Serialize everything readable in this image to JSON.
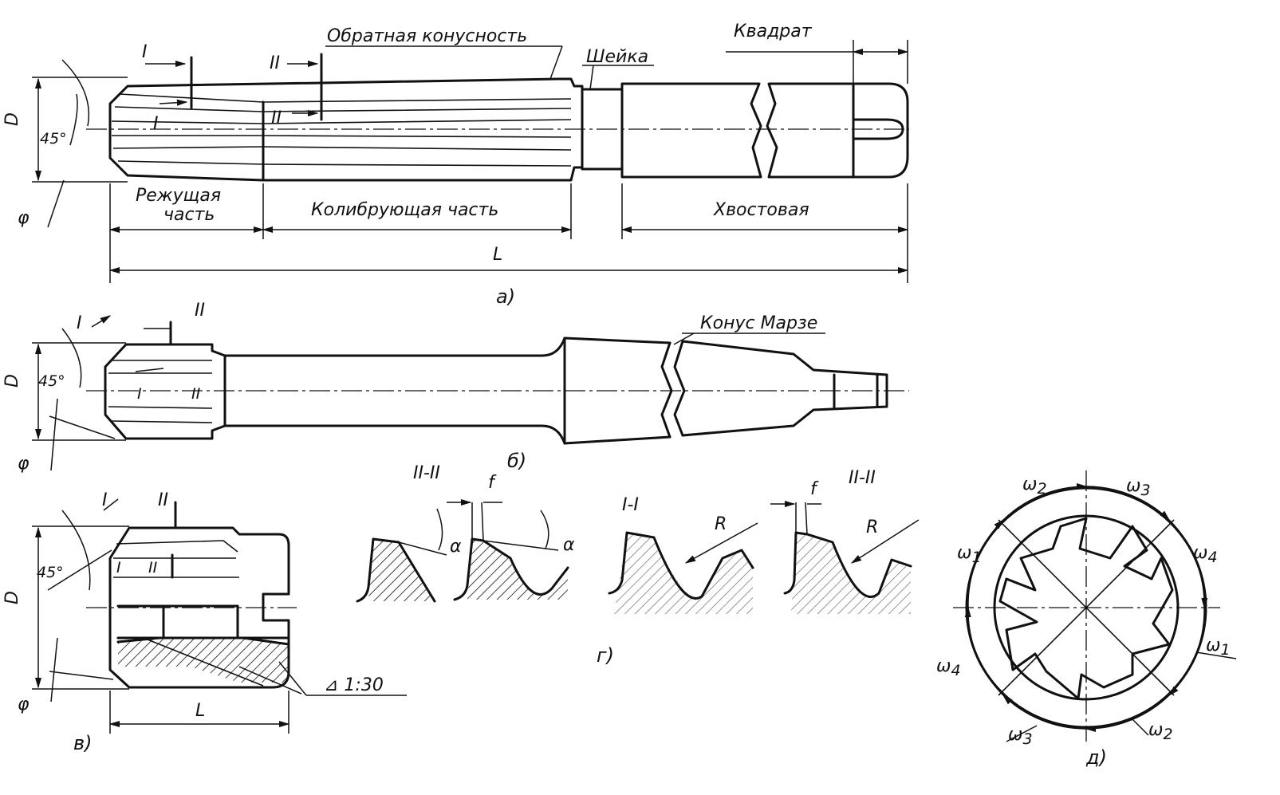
{
  "labels": {
    "reverse_taper": "Обратная конусность",
    "square": "Квадрат",
    "neck": "Шейка",
    "cutting_part_1": "Режущая",
    "cutting_part_2": "часть",
    "calibrating_part": "Колибрующая часть",
    "shank": "Хвостовая",
    "length": "L",
    "diameter": "D",
    "angle_45": "45°",
    "phi": "φ",
    "morse_taper": "Конус Марзе",
    "taper_ratio": "⊿ 1:30",
    "section_I": "I",
    "section_II": "II",
    "section_II_II": "II-II",
    "section_I_I": "I-I",
    "f": "f",
    "alpha": "α",
    "R": "R",
    "w1": "ω",
    "w2": "ω",
    "w3": "ω",
    "w4": "ω",
    "sub1": "1",
    "sub2": "2",
    "sub3": "3",
    "sub4": "4"
  },
  "captions": {
    "a": "а)",
    "b": "б)",
    "v": "в)",
    "g": "г)",
    "d": "д)"
  }
}
